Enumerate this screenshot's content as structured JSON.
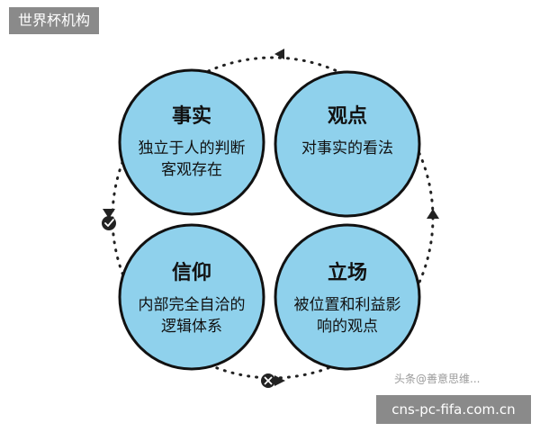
{
  "header": {
    "tag": "世界杯机构"
  },
  "footer": {
    "watermark": "头条@善意思维...",
    "site": "cns-pc-fifa.com.cn"
  },
  "colors": {
    "circle_fill": "#8fd1ec",
    "circle_stroke": "#111111",
    "dot_color": "#222222"
  },
  "quadrants": [
    {
      "title": "事实",
      "lines": [
        "独立于人的判断",
        "客观存在"
      ]
    },
    {
      "title": "观点",
      "lines": [
        "对事实的看法"
      ]
    },
    {
      "title": "信仰",
      "lines": [
        "内部完全自洽的",
        "逻辑体系"
      ]
    },
    {
      "title": "立场",
      "lines": [
        "被位置和利益影",
        "响的观点"
      ]
    }
  ],
  "markers": {
    "left": "check-icon",
    "bottom": "cross-icon"
  }
}
